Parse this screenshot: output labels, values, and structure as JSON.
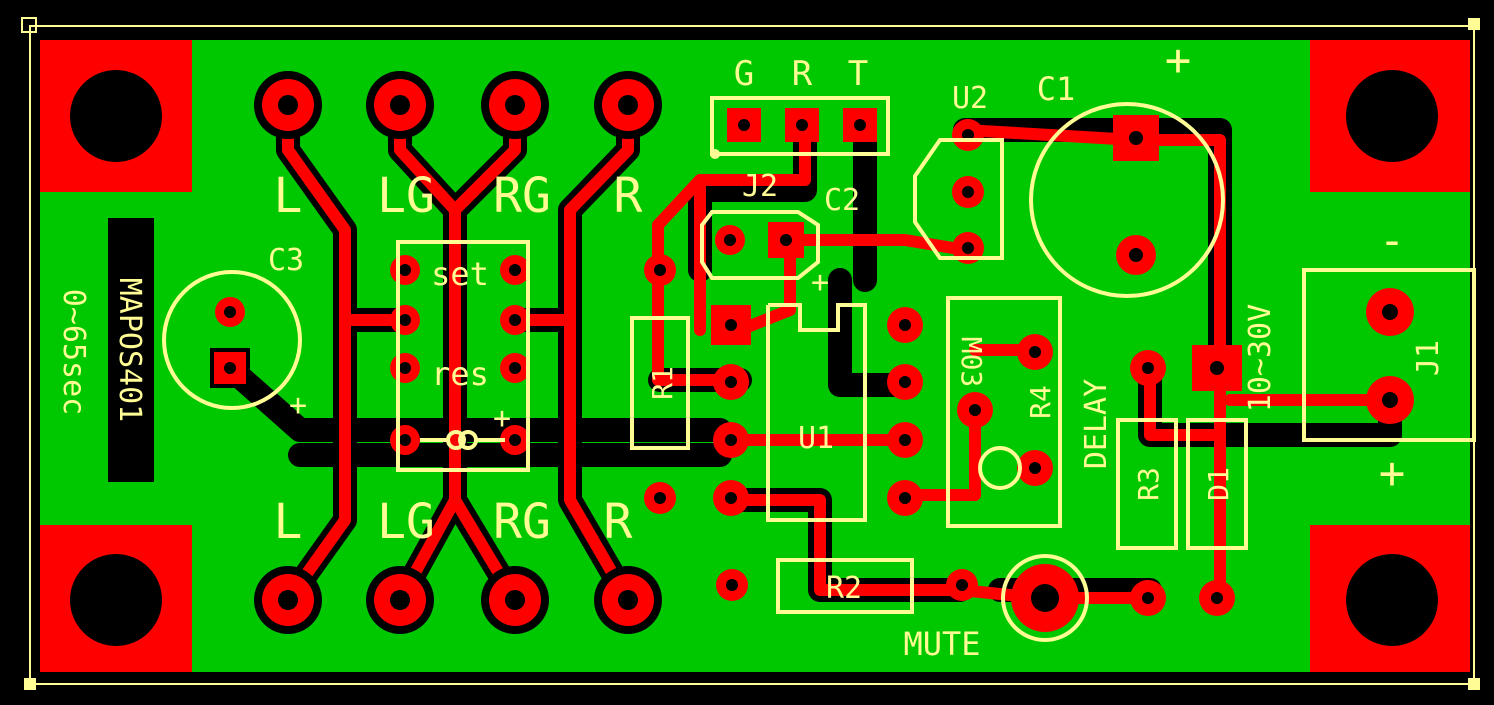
{
  "colors": {
    "board": "#00c800",
    "copper": "#ff0000",
    "silkscreen": "#fffc96",
    "background": "#000000",
    "isolation": "#000000"
  },
  "labels": {
    "connector_top": [
      "L",
      "LG",
      "RG",
      "R"
    ],
    "connector_bottom": [
      "L",
      "LG",
      "RG",
      "R"
    ],
    "header_pins": [
      "G",
      "R",
      "T"
    ],
    "c1": "C1",
    "c2": "C2",
    "c3": "C3",
    "u1": "U1",
    "u2": "U2",
    "j1": "J1",
    "j2": "J2",
    "r1": "R1",
    "r2": "R2",
    "r3": "R3",
    "r4": "R4",
    "d1": "D1",
    "delay": "DELAY",
    "mute": "MUTE",
    "set": "set",
    "res": "res",
    "plus": "+",
    "minus": "-",
    "voltage": "10~30V",
    "time": "0~65sec",
    "board_id": "MAPOS401",
    "r4_val": "M03"
  }
}
